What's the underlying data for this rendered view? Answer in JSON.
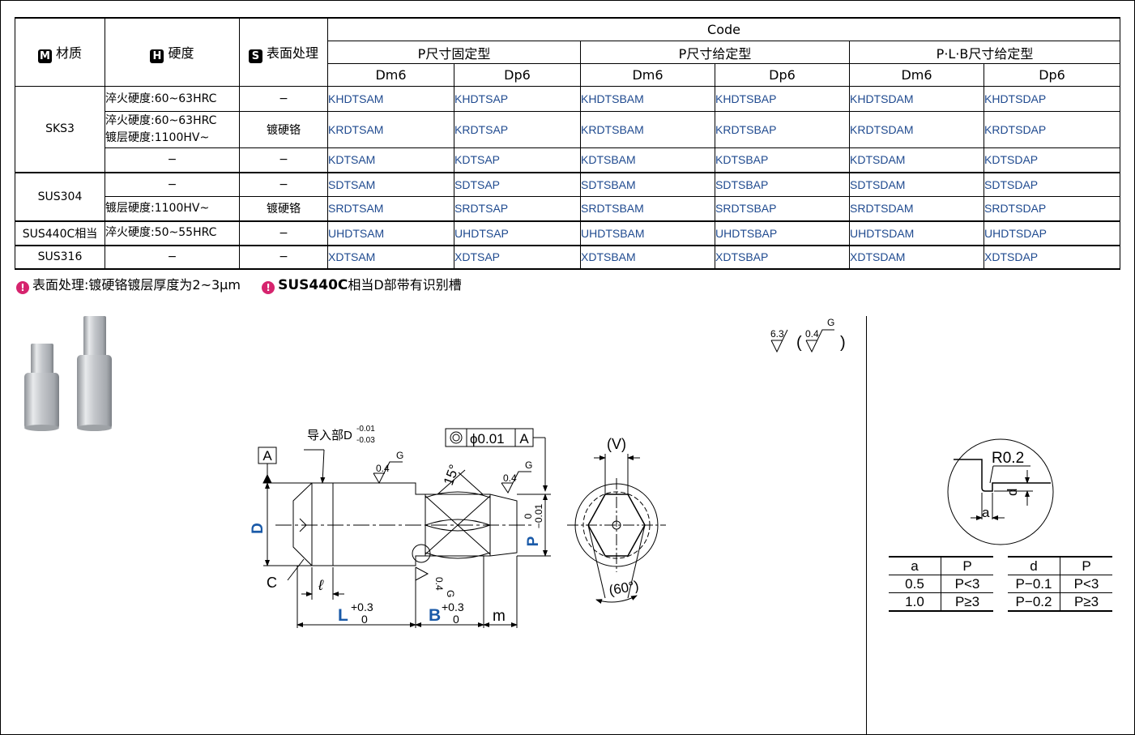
{
  "table": {
    "headers": {
      "material": "材质",
      "material_badge": "M",
      "hardness": "硬度",
      "hardness_badge": "H",
      "surface": "表面处理",
      "surface_badge": "S",
      "code": "Code",
      "groups": [
        "P尺寸固定型",
        "P尺寸给定型",
        "P·L·B尺寸给定型"
      ],
      "subs": [
        "Dm6",
        "Dp6",
        "Dm6",
        "Dp6",
        "Dm6",
        "Dp6"
      ]
    },
    "rows": [
      {
        "material": "SKS3",
        "hardness": "淬火硬度:60~63HRC",
        "surface": "−",
        "codes": [
          "KHDTSAM",
          "KHDTSAP",
          "KHDTSBAM",
          "KHDTSBAP",
          "KHDTSDAM",
          "KHDTSDAP"
        ]
      },
      {
        "hardness": "淬火硬度:60~63HRC",
        "hardness2": "镀层硬度:1100HV~",
        "surface": "镀硬铬",
        "codes": [
          "KRDTSAM",
          "KRDTSAP",
          "KRDTSBAM",
          "KRDTSBAP",
          "KRDTSDAM",
          "KRDTSDAP"
        ]
      },
      {
        "hardness": "−",
        "surface": "−",
        "codes": [
          "KDTSAM",
          "KDTSAP",
          "KDTSBAM",
          "KDTSBAP",
          "KDTSDAM",
          "KDTSDAP"
        ]
      },
      {
        "material": "SUS304",
        "hardness": "−",
        "surface": "−",
        "codes": [
          "SDTSAM",
          "SDTSAP",
          "SDTSBAM",
          "SDTSBAP",
          "SDTSDAM",
          "SDTSDAP"
        ]
      },
      {
        "hardness": "镀层硬度:1100HV~",
        "surface": "镀硬铬",
        "codes": [
          "SRDTSAM",
          "SRDTSAP",
          "SRDTSBAM",
          "SRDTSBAP",
          "SRDTSDAM",
          "SRDTSDAP"
        ]
      },
      {
        "material": "SUS440C相当",
        "hardness": "淬火硬度:50~55HRC",
        "surface": "−",
        "codes": [
          "UHDTSAM",
          "UHDTSAP",
          "UHDTSBAM",
          "UHDTSBAP",
          "UHDTSDAM",
          "UHDTSDAP"
        ]
      },
      {
        "material": "SUS316",
        "hardness": "−",
        "surface": "−",
        "codes": [
          "XDTSAM",
          "XDTSAP",
          "XDTSBAM",
          "XDTSBAP",
          "XDTSDAM",
          "XDTSDAP"
        ]
      }
    ]
  },
  "notes": {
    "note1": "表面处理:镀硬铬镀层厚度为2~3μm",
    "note2_bold": "SUS440C",
    "note2_rest": "相当D部带有识别槽"
  },
  "drawing": {
    "roughness_main": "6.3",
    "roughness_alt": "0.4",
    "roughness_g": "G",
    "lead_label": "导入部D",
    "lead_tol_upper": "-0.01",
    "lead_tol_lower": "-0.03",
    "datum": "A",
    "fcf_tol": "ϕ0.01",
    "fcf_datum": "A",
    "angle_15": "15°",
    "dim_D": "D",
    "dim_P": "P",
    "p_tol_upper": "0",
    "p_tol_lower": "−0.01",
    "label_C": "C",
    "label_l": "ℓ",
    "dim_L": "L",
    "dim_B": "B",
    "tol_plus": "+0.3",
    "tol_zero": "0",
    "label_m": "m",
    "label_V": "(V)",
    "angle_60": "(60°)",
    "detail_r": "R0.2",
    "detail_a": "a",
    "detail_d": "d"
  },
  "tableA": {
    "headers": [
      "a",
      "P"
    ],
    "rows": [
      [
        "0.5",
        "P<3"
      ],
      [
        "1.0",
        "P≥3"
      ]
    ]
  },
  "tableD": {
    "headers": [
      "d",
      "P"
    ],
    "rows": [
      [
        "P−0.1",
        "P<3"
      ],
      [
        "P−0.2",
        "P≥3"
      ]
    ]
  },
  "colors": {
    "code_blue": "#1f4a8f",
    "dim_blue": "#1a5aa8",
    "note_pin": "#d6246e"
  }
}
